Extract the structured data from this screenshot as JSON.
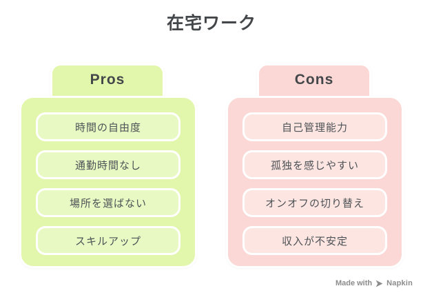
{
  "title": "在宅ワーク",
  "columns": [
    {
      "label": "Pros",
      "items": [
        "時間の自由度",
        "通勤時間なし",
        "場所を選ばない",
        "スキルアップ"
      ],
      "fill": "#e2f6ac",
      "item_fill": "#e9f9c4"
    },
    {
      "label": "Cons",
      "items": [
        "自己管理能力",
        "孤独を感じやすい",
        "オンオフの切り替え",
        "収入が不安定"
      ],
      "fill": "#fbd7d5",
      "item_fill": "#fde5e2"
    }
  ],
  "watermark": {
    "prefix": "Made with",
    "brand": "Napkin",
    "icon": "napkin-logo-icon",
    "color": "#8b8b8b"
  },
  "colors": {
    "background": "#ffffff",
    "heading_text": "#43474a",
    "item_text": "#4d5256",
    "border": "#ffffff"
  }
}
